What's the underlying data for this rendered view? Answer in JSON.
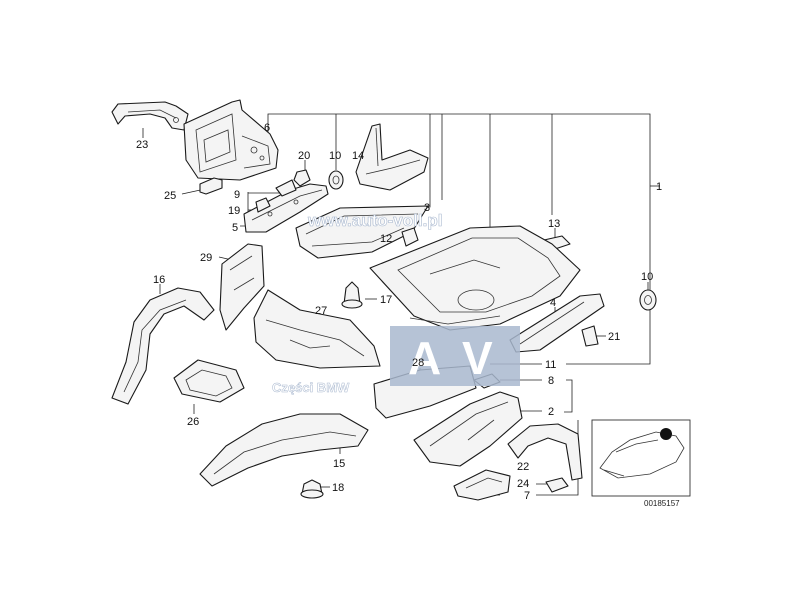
{
  "callouts": {
    "n1": "1",
    "n2": "2",
    "n3": "3",
    "n4": "4",
    "n5": "5",
    "n6": "6",
    "n7": "7",
    "n8": "8",
    "n9": "9",
    "n10a": "10",
    "n10b": "10",
    "n11": "11",
    "n12": "12",
    "n13": "13",
    "n14": "14",
    "n15": "15",
    "n16": "16",
    "n17": "17",
    "n18": "18",
    "n19": "19",
    "n20": "20",
    "n21": "21",
    "n22": "22",
    "n23": "23",
    "n24": "24",
    "n25": "25",
    "n26": "26",
    "n27": "27",
    "n28": "28",
    "n29": "29"
  },
  "watermarks": {
    "url": "www.auto-voll.pl",
    "brand": "Części BMW",
    "logo_a": "A",
    "logo_v": "V"
  },
  "reference_code": "00185157",
  "colors": {
    "line": "#1a1a1a",
    "watermark_box": "#a9b8cf",
    "background": "#ffffff"
  }
}
